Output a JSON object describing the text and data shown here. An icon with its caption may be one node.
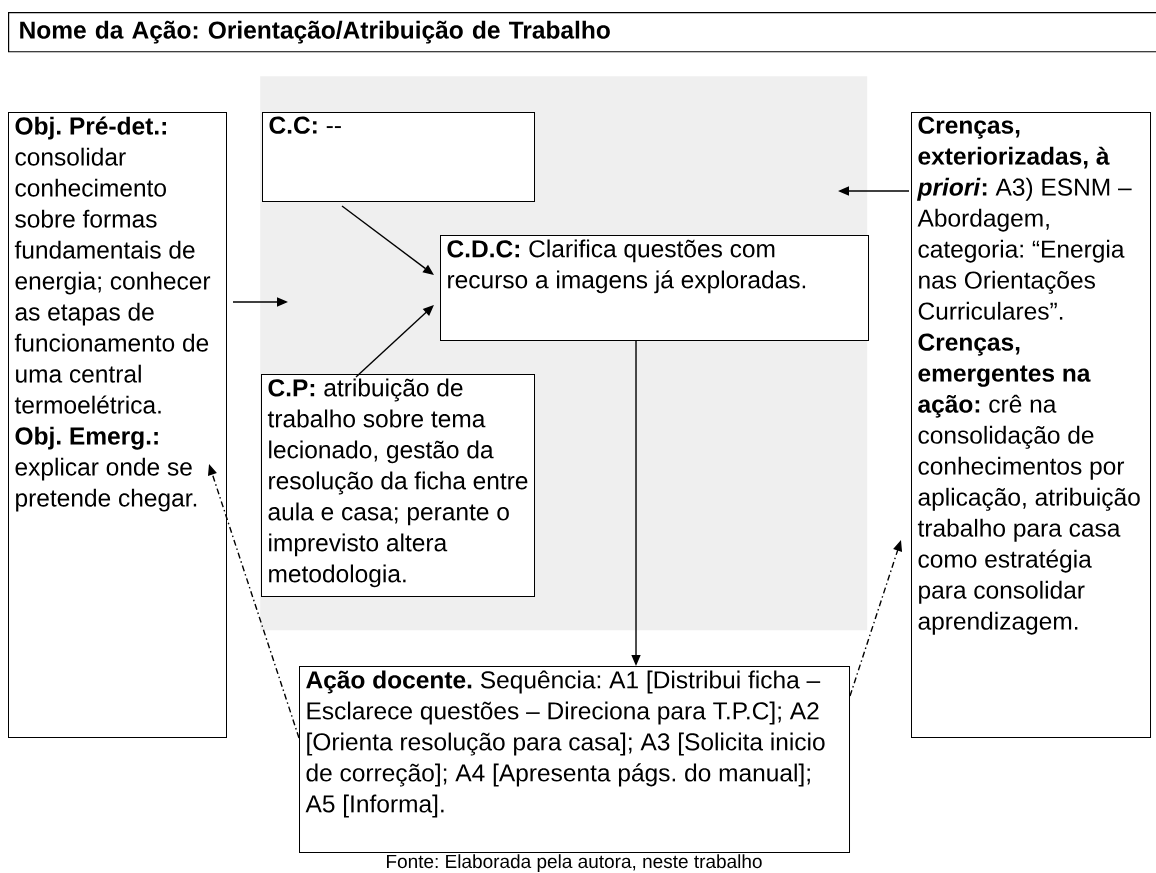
{
  "diagram": {
    "title": "Nome da Ação: Orientação/Atribuição de Trabalho",
    "caption": "Fonte: Elaborada pela autora, neste trabalho",
    "nodes": [
      {
        "text": [],
        "shape": "box"
      },
      {
        "text": [
          "Obj. Pré-det.:",
          "consolidar conhecimento sobre formas fundamentais de energia; conhecer as etapas de funcionamento de uma central termoelétrica.",
          "Obj. Emerg.:",
          "explicar onde se pretende chegar."
        ]
      },
      {
        "text": [
          "C.C:",
          "--"
        ],
        "in": 0
      },
      {
        "text": [
          "C.D.C:",
          "Clarifica questões com recurso a imagens já exploradas."
        ],
        "in": 0
      },
      {
        "text": [
          "C.P:",
          "atribuição de trabalho sobre tema lecionado, gestão da resolução da ficha entre aula e casa; perante o imprevisto altera metodologia."
        ],
        "in": 0
      },
      {
        "text": [
          "Crenças, exteriorizadas, à *priori*:",
          "A3) ESNM – Abordagem, categoria: “Energia nas Orientações Curriculares”.",
          "Crenças, emergentes na ação:",
          "crê na consolidação de conhecimentos por aplicação, atribuição trabalho para casa como estratégia para consolidar aprendizagem."
        ]
      },
      {
        "text": [
          "Ação docente.",
          "Sequência: A1 [Distribui ficha – Esclarece questões – Direciona para T.P.C]; A2 [Orienta resolução para casa]; A3 [Solicita inicio de correção]; A4 [Apresenta págs. do manual]; A5 [Informa]."
        ]
      }
    ],
    "edges": [
      {
        "from": 1,
        "to": 0,
        "arrow": "to"
      },
      {
        "from": 5,
        "to": 0,
        "arrow": "to"
      },
      {
        "from": 2,
        "to": 3,
        "arrow": "to"
      },
      {
        "from": 4,
        "to": 3,
        "arrow": "to"
      },
      {
        "from": 3,
        "to": 6,
        "arrow": "to"
      },
      {
        "from": 6,
        "to": 1,
        "arrow": "to",
        "style": "dashed"
      },
      {
        "from": 6,
        "to": 5,
        "arrow": "to",
        "style": "dashed"
      }
    ]
  }
}
